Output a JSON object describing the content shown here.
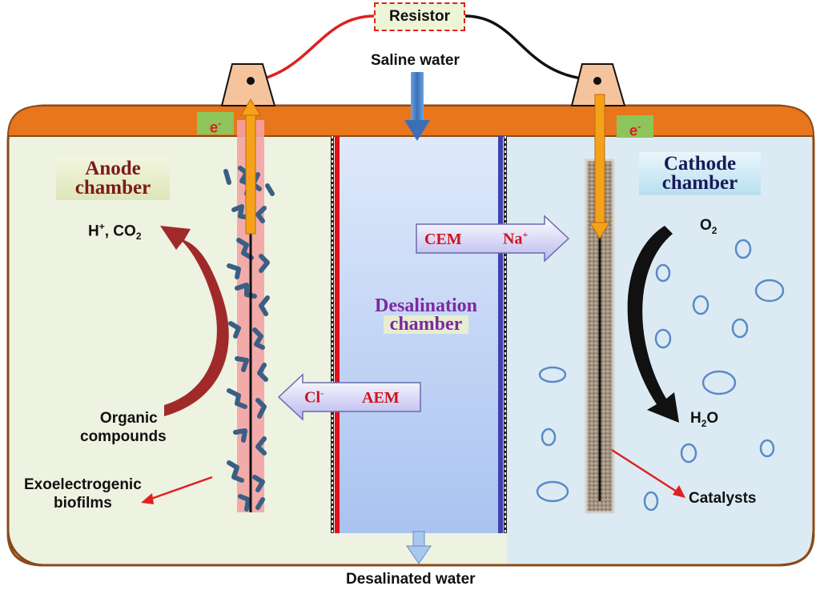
{
  "labels": {
    "resistor": "Resistor",
    "saline_water": "Saline water",
    "desalinated_water": "Desalinated water",
    "electron": "e",
    "electron_sup": "-",
    "anode_chamber_line1": "Anode",
    "anode_chamber_line2": "chamber",
    "cathode_chamber_line1": "Cathode",
    "cathode_chamber_line2": "chamber",
    "desalination_line1": "Desalination",
    "desalination_line2": "chamber",
    "h_co2_a": "H",
    "h_co2_sup": "+",
    "h_co2_b": ", CO",
    "h_co2_sub": "2",
    "organic_line1": "Organic",
    "organic_line2": "compounds",
    "exo_line1": "Exoelectrogenic",
    "exo_line2": "biofilms",
    "o2_a": "O",
    "o2_sub": "2",
    "h2o_a": "H",
    "h2o_sub": "2",
    "h2o_b": "O",
    "catalysts": "Catalysts",
    "cem": "CEM",
    "na_a": "Na",
    "na_sup": "+",
    "cl_a": "Cl",
    "cl_sup": "-",
    "aem": "AEM"
  },
  "colors": {
    "top_plate": "#e8761c",
    "anode_fill": "#eef2e0",
    "middle_fill": "#c4d8f7",
    "cathode_fill": "#dcebf3",
    "outline": "#8a4a1a",
    "anode_label": "#7a1a1a",
    "cathode_label": "#1a1a5a",
    "desalination_label": "#7a2aa0",
    "electrode_pink": "#f3a3a3",
    "biofilm": "#3a5f86",
    "membrane_red": "#e0101a",
    "membrane_blue": "#4040b0",
    "electron_rod": "#f5a21a",
    "wire_red": "#e02020",
    "arrow_blue": "#4a86c8",
    "arrow_maroon": "#a02a2a",
    "ion_arrow_fill": "#c8c8f0",
    "bubble": "#5a8ac8"
  }
}
